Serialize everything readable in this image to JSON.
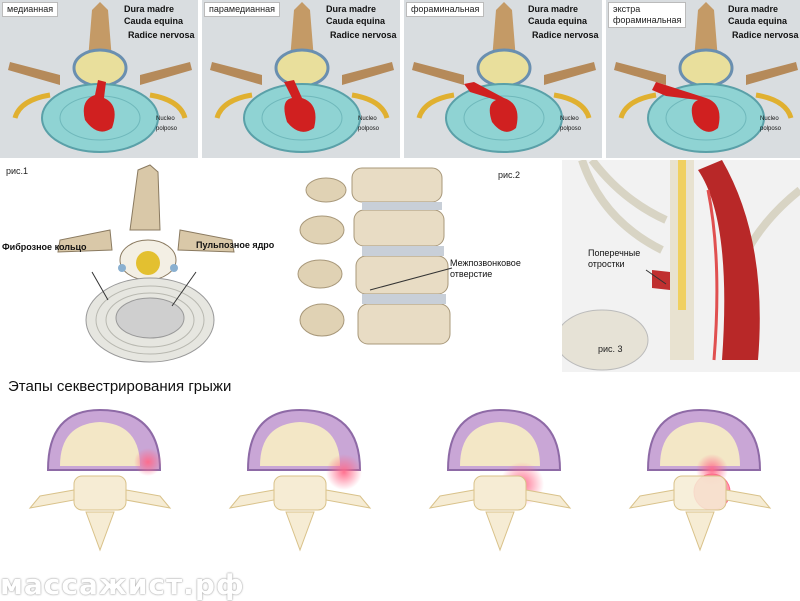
{
  "top_panels": [
    {
      "tag": "медианная",
      "dura": "Dura madre",
      "cauda": "Cauda equina",
      "radice": "Radice nervosa",
      "nucleo": "Nucleo\npolposo"
    },
    {
      "tag": "парамедианная",
      "dura": "Dura madre",
      "cauda": "Cauda equina",
      "radice": "Radice nervosa",
      "nucleo": "Nucleo\npolposo"
    },
    {
      "tag": "фораминальная",
      "dura": "Dura madre",
      "cauda": "Cauda equina",
      "radice": "Radice nervosa",
      "nucleo": "Nucleo\npolposo"
    },
    {
      "tag": "экстра\nфораминальная",
      "dura": "Dura madre",
      "cauda": "Cauda equina",
      "radice": "Radice nervosa",
      "nucleo": "Nucleo\npolposo"
    }
  ],
  "fig1": {
    "caption": "рис.1",
    "label_left": "Фиброзное кольцо",
    "label_right": "Пульпозное ядро"
  },
  "fig2": {
    "caption": "рис.2",
    "label": "Межпозвонковое\nотверстие"
  },
  "fig3": {
    "caption": "рис. 3",
    "label": "Поперечные\nотростки"
  },
  "sequestration": {
    "title": "Этапы секвестрирования грыжи"
  },
  "watermark": "массажист.рф"
}
